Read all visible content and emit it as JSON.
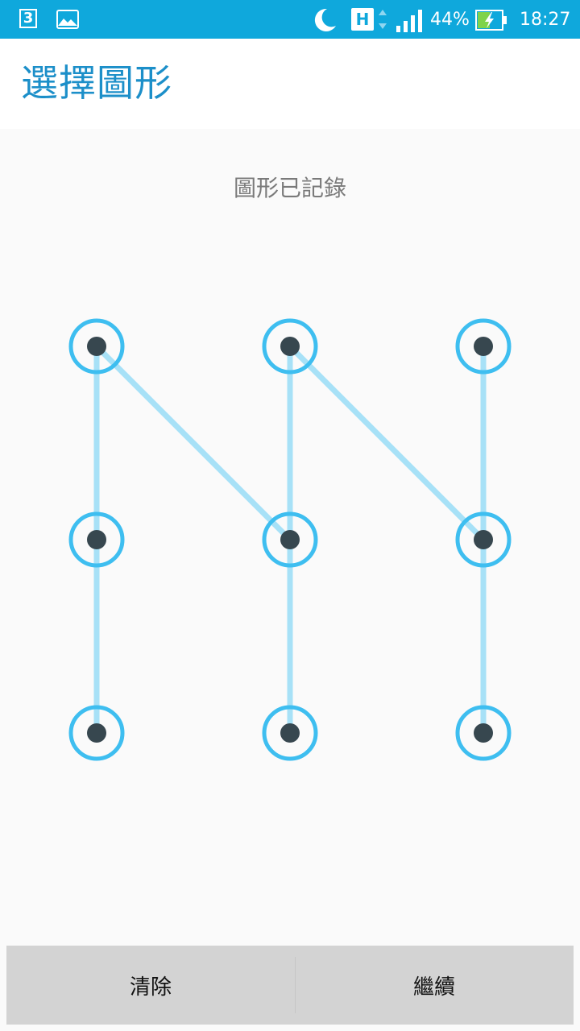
{
  "status_bar": {
    "notification_badge": "3",
    "network_type": "H",
    "battery_percent": "44%",
    "time": "18:27",
    "icons": [
      "notification-badge-icon",
      "gallery-icon",
      "moon-icon",
      "hspa-icon",
      "data-arrows-icon",
      "signal-icon",
      "battery-charging-icon"
    ]
  },
  "header": {
    "title": "選擇圖形"
  },
  "pattern": {
    "status_text": "圖形已記錄",
    "grid": "3x3",
    "recorded_sequence": [
      7,
      4,
      1,
      5,
      8,
      2,
      6,
      3,
      9
    ],
    "accent_color": "#3ebef0",
    "line_color": "#a7e1f7",
    "dot_color": "#37474f"
  },
  "buttons": {
    "clear_label": "清除",
    "continue_label": "繼續"
  }
}
